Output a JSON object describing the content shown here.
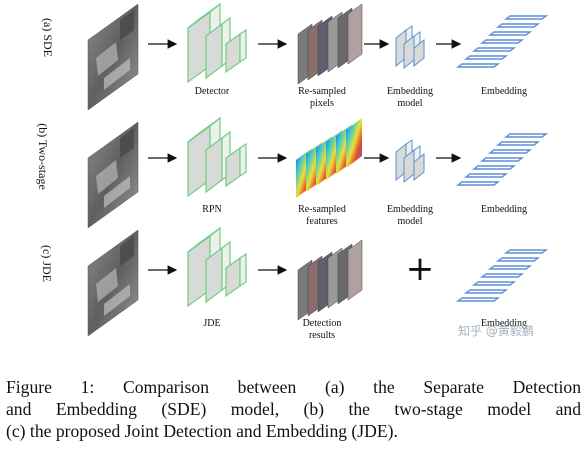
{
  "rows": [
    {
      "label": "(a) SDE",
      "labels": {
        "stage1": "Detector",
        "stage2_line1": "Re-sampled",
        "stage2_line2": "pixels",
        "stage3_line1": "Embedding",
        "stage3_line2": "model",
        "stage4": "Embedding"
      }
    },
    {
      "label": "(b) Two-stage",
      "labels": {
        "stage1": "RPN",
        "stage2_line1": "Re-sampled",
        "stage2_line2": "features",
        "stage3_line1": "Embedding",
        "stage3_line2": "model",
        "stage4": "Embedding"
      }
    },
    {
      "label": "(c) JDE",
      "labels": {
        "stage1": "JDE",
        "stage2_line1": "Detection",
        "stage2_line2": "results",
        "plus": "+",
        "stage4": "Embedding"
      }
    }
  ],
  "caption": [
    "Figure 1: Comparison between (a) the Separate Detection",
    "and Embedding (SDE) model, (b) the two-stage model and",
    "(c) the proposed Joint Detection and Embedding (JDE)."
  ],
  "watermark": "知乎 @黄毅鹏",
  "colors": {
    "network_green": "#6fcf7f",
    "network_fill": "#d8dad8",
    "embedding_blue": "#5b8fd6",
    "arrow": "#111111"
  }
}
